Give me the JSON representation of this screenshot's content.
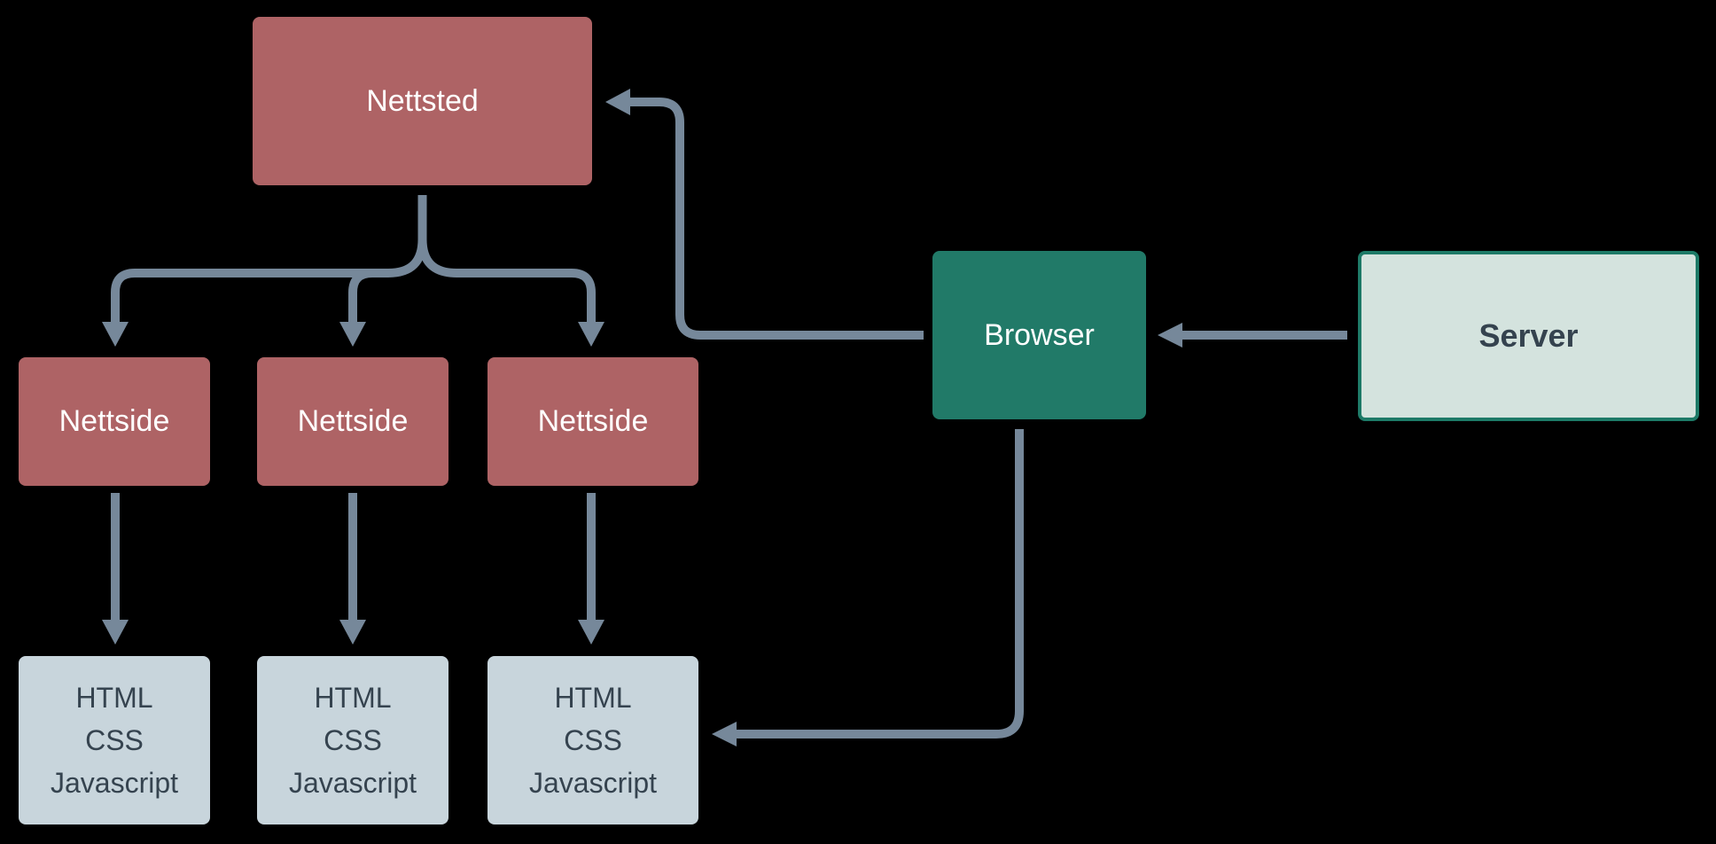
{
  "diagram": {
    "title": "Website structure diagram",
    "background": "#000000",
    "colors": {
      "node_red": "#ae6365",
      "node_teal": "#217a68",
      "node_mint_fill": "#d4e3de",
      "node_mint_border": "#1d7a67",
      "node_light": "#c8d5dc",
      "text_light": "#ffffff",
      "text_dark": "#35434f",
      "connector": "#76889a"
    },
    "nodes": {
      "nettsted": {
        "label": "Nettsted"
      },
      "nettside_1": {
        "label": "Nettside"
      },
      "nettside_2": {
        "label": "Nettside"
      },
      "nettside_3": {
        "label": "Nettside"
      },
      "assets_1": {
        "lines": [
          "HTML",
          "CSS",
          "Javascript"
        ]
      },
      "assets_2": {
        "lines": [
          "HTML",
          "CSS",
          "Javascript"
        ]
      },
      "assets_3": {
        "lines": [
          "HTML",
          "CSS",
          "Javascript"
        ]
      },
      "browser": {
        "label": "Browser"
      },
      "server": {
        "label": "Server"
      }
    },
    "edges": [
      {
        "from": "nettsted",
        "to": "nettside_1",
        "arrow": "into nettside_1 top"
      },
      {
        "from": "nettsted",
        "to": "nettside_2",
        "arrow": "into nettside_2 top"
      },
      {
        "from": "nettsted",
        "to": "nettside_3",
        "arrow": "into nettside_3 top"
      },
      {
        "from": "nettside_1",
        "to": "assets_1",
        "arrow": "into assets_1 top"
      },
      {
        "from": "nettside_2",
        "to": "assets_2",
        "arrow": "into assets_2 top"
      },
      {
        "from": "nettside_3",
        "to": "assets_3",
        "arrow": "into assets_3 top"
      },
      {
        "from": "browser",
        "to": "nettsted",
        "arrow": "into nettsted right side"
      },
      {
        "from": "server",
        "to": "browser",
        "arrow": "into browser right side"
      },
      {
        "from": "browser",
        "to": "assets_3",
        "arrow": "into assets_3 right side"
      }
    ]
  }
}
